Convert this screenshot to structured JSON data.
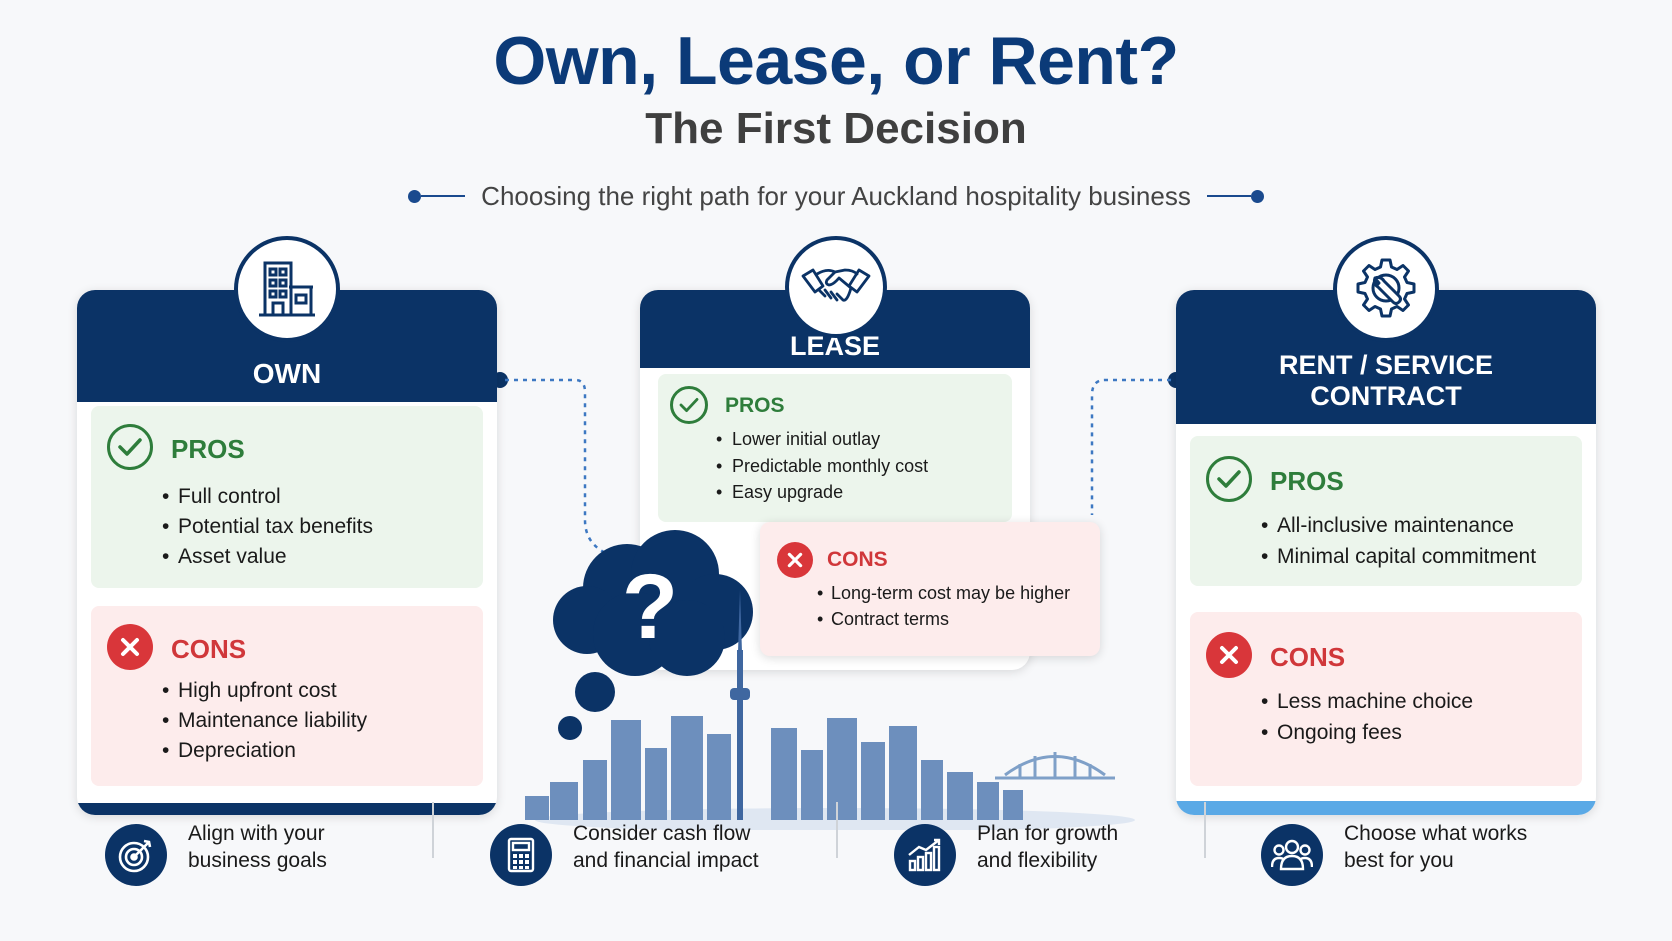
{
  "header": {
    "title": "Own, Lease, or Rent?",
    "subtitle": "The First Decision",
    "tagline": "Choosing the right path for your Auckland hospitality business"
  },
  "colors": {
    "navy": "#0b3366",
    "title_blue": "#0b3a78",
    "pros_green": "#2e7d3b",
    "cons_red": "#d0373a",
    "pros_bg": "#ecf5ec",
    "cons_bg": "#fdecec",
    "accent_light_blue": "#5aa9e6"
  },
  "cards": {
    "own": {
      "title": "OWN",
      "icon": "building-icon",
      "pros_title": "PROS",
      "pros": [
        "Full control",
        "Potential tax benefits",
        "Asset value"
      ],
      "cons_title": "CONS",
      "cons": [
        "High upfront cost",
        "Maintenance liability",
        "Depreciation"
      ]
    },
    "lease": {
      "title": "LEASE",
      "icon": "handshake-icon",
      "pros_title": "PROS",
      "pros": [
        "Lower initial outlay",
        "Predictable monthly cost",
        "Easy upgrade"
      ],
      "cons_title": "CONS",
      "cons": [
        "Long-term cost may be higher",
        "Contract terms"
      ]
    },
    "rent": {
      "title_line1": "RENT / SERVICE",
      "title_line2": "CONTRACT",
      "icon": "gear-wrench-icon",
      "pros_title": "PROS",
      "pros": [
        "All-inclusive maintenance",
        "Minimal capital commitment"
      ],
      "cons_title": "CONS",
      "cons": [
        "Less machine choice",
        "Ongoing fees"
      ]
    }
  },
  "center": {
    "thought_icon": "question-cloud-icon",
    "skyline": "auckland-skyline-illustration"
  },
  "footer": [
    {
      "icon": "target-icon",
      "line1": "Align with your",
      "line2": "business goals"
    },
    {
      "icon": "calculator-icon",
      "line1": "Consider cash flow",
      "line2": "and financial impact"
    },
    {
      "icon": "growth-chart-icon",
      "line1": "Plan for growth",
      "line2": "and flexibility"
    },
    {
      "icon": "people-icon",
      "line1": "Choose what works",
      "line2": "best for you"
    }
  ]
}
